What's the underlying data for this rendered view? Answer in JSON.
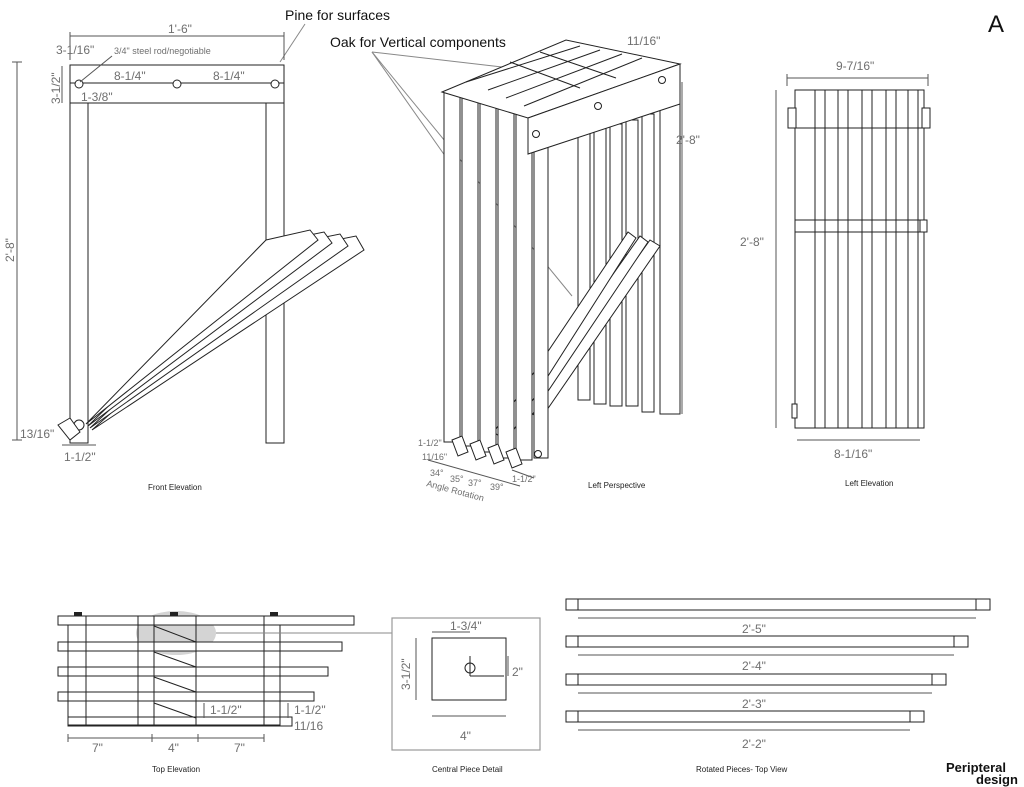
{
  "sheet": {
    "letter": "A"
  },
  "brand": {
    "line1": "Peripteral",
    "line2": "design"
  },
  "notes": {
    "pine": "Pine for surfaces",
    "oak": "Oak for Vertical components"
  },
  "front_elevation": {
    "caption": "Front Elevation",
    "width": "1'-6\"",
    "top_offset": "3-1/16\"",
    "steel_rod": "3/4\" steel rod/negotiable",
    "rail_height": "3-1/2\"",
    "bolt_spacing_left": "8-1/4\"",
    "bolt_spacing_right": "8-1/4\"",
    "rail_offset": "1-3/8\"",
    "height": "2'-8\"",
    "foot": "13/16\"",
    "leg": "1-1/2\""
  },
  "left_perspective": {
    "caption": "Left Perspective",
    "top": "11/16\"",
    "height": "2'-8\"",
    "slat": "1-1/2\"",
    "gap": "11/16\"",
    "angles": [
      "34°",
      "35°",
      "37°",
      "39°"
    ],
    "angle_label": "Angle Rotation",
    "side": "1-1/2\""
  },
  "left_elevation": {
    "caption": "Left Elevation",
    "top_width": "9-7/16\"",
    "height": "2'-8\"",
    "bottom_width": "8-1/16\""
  },
  "top_elevation": {
    "caption": "Top Elevation",
    "seg_left": "7\"",
    "seg_mid": "4\"",
    "seg_right": "7\"",
    "slat": "1-1/2\"",
    "slat_b": "1-1/2\"",
    "gap": "11/16"
  },
  "central_detail": {
    "caption": "Central Piece Detail",
    "top": "1-3/4\"",
    "height": "3-1/2\"",
    "right": "2\"",
    "bottom": "4\""
  },
  "rotated_pieces": {
    "caption": "Rotated Pieces- Top View",
    "lengths": [
      "2'-5\"",
      "2'-4\"",
      "2'-3\"",
      "2'-2\""
    ]
  }
}
